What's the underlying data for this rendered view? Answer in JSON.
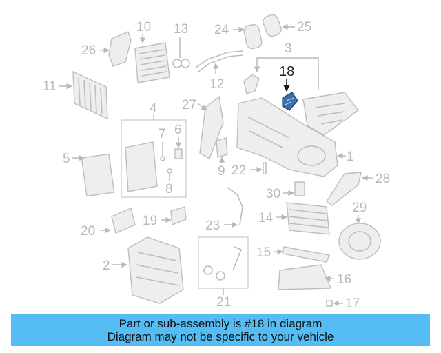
{
  "diagram": {
    "callouts": [
      "1",
      "2",
      "3",
      "4",
      "5",
      "6",
      "7",
      "8",
      "9",
      "10",
      "11",
      "12",
      "13",
      "14",
      "15",
      "16",
      "17",
      "18",
      "19",
      "20",
      "21",
      "22",
      "23",
      "24",
      "25",
      "26",
      "27",
      "28",
      "29",
      "30"
    ],
    "highlighted_callout": "18",
    "colors": {
      "highlight": "#1a1a1a",
      "callout": "#b8b8b8",
      "highlight_part": "#3a6fb0",
      "banner": "#55bdf4"
    }
  },
  "banner": {
    "line1": "Part or sub-assembly is #18 in diagram",
    "line2": "Diagram may not be specific to your vehicle"
  }
}
